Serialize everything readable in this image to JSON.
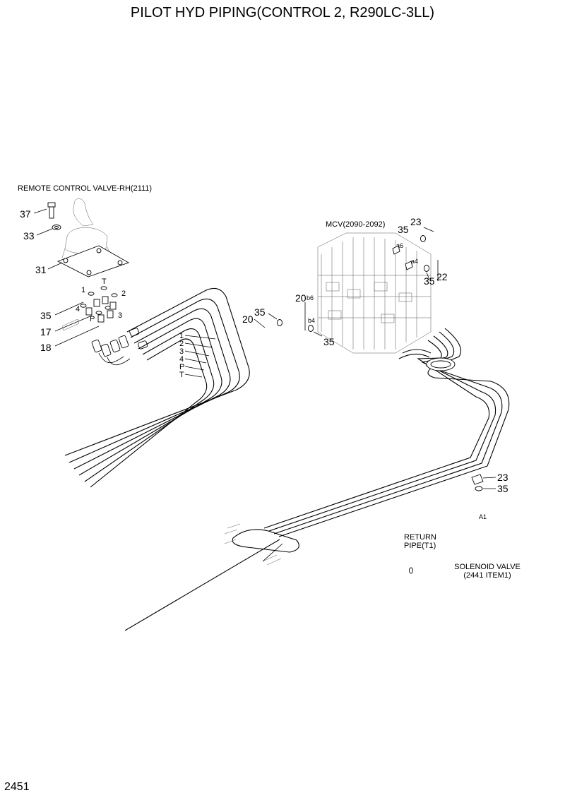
{
  "title": "PILOT HYD PIPING(CONTROL 2, R290LC-3LL)",
  "page_number": "2451",
  "labels": {
    "remote_valve": "REMOTE CONTROL VALVE-RH(2111)",
    "mcv": "MCV(2090-2092)",
    "return_pipe_1": "RETURN",
    "return_pipe_2": "PIPE(T1)",
    "solenoid_1": "SOLENOID VALVE",
    "solenoid_2": "(2441 ITEM1)",
    "a1": "A1",
    "a6": "a6",
    "a4": "a4",
    "b6": "b6",
    "b4": "b4"
  },
  "callouts": {
    "c37": "37",
    "c33": "33",
    "c31": "31",
    "c35_left": "35",
    "c17": "17",
    "c18": "18",
    "c35_mcv_top": "35",
    "c23_top": "23",
    "c22": "22",
    "c35_right": "35",
    "c20_a": "20",
    "c35_mid": "35",
    "c20_b": "20",
    "c35_bottom": "35",
    "c23_lower": "23",
    "c35_lower": "35"
  },
  "ports": {
    "T": "T",
    "p1": "1",
    "p2": "2",
    "p4": "4",
    "p3": "3",
    "P": "P"
  },
  "pipe_labels": [
    "1",
    "2",
    "3",
    "4",
    "P",
    "T"
  ]
}
